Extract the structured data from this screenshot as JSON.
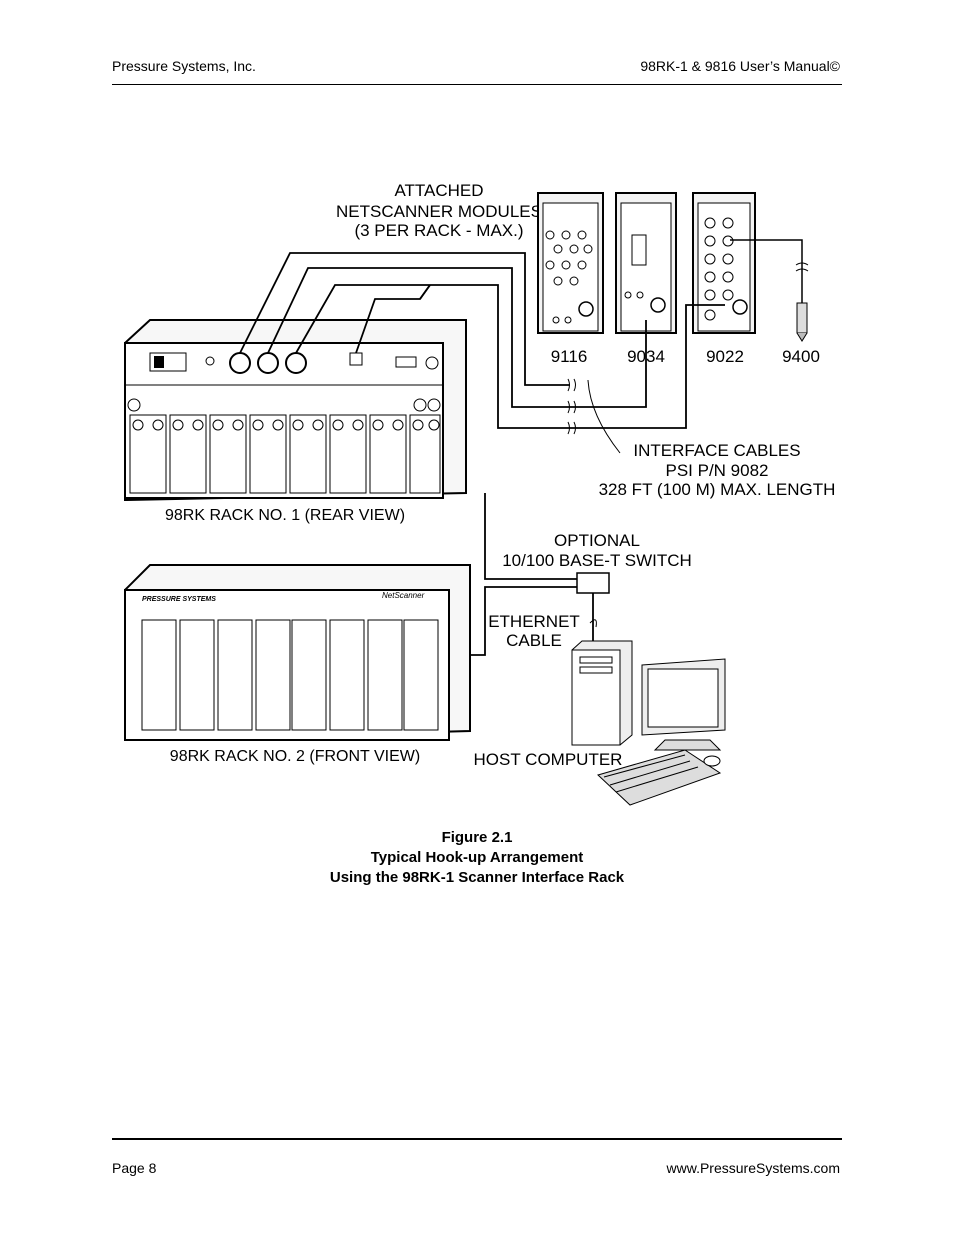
{
  "header": {
    "company": "Pressure Systems, Inc.",
    "manual": "98RK-1 & 9816 User’s Manual©"
  },
  "figure": {
    "label_attached_1": "ATTACHED",
    "label_attached_2": "NETSCANNER MODULES",
    "label_attached_3": "(3 PER RACK - MAX.)",
    "modules": [
      "9116",
      "9034",
      "9022",
      "9400"
    ],
    "cables_1": "INTERFACE CABLES",
    "cables_2": "PSI P/N 9082",
    "cables_3": "328 FT (100 M) MAX. LENGTH",
    "rack1": "98RK RACK NO. 1 (REAR VIEW)",
    "switch_1": "OPTIONAL",
    "switch_2": "10/100 BASE-T SWITCH",
    "ethernet_1": "ETHERNET",
    "ethernet_2": "CABLE",
    "rack2": "98RK RACK NO. 2 (FRONT VIEW)",
    "host": "HOST COMPUTER",
    "rack2_brand": "PRESSURE SYSTEMS",
    "rack2_logo": "NetScanner"
  },
  "caption": {
    "line1": "Figure 2.1",
    "line2": "Typical Hook-up Arrangement",
    "line3": "Using the 98RK-1 Scanner Interface Rack"
  },
  "footer": {
    "page": "Page 8",
    "url": "www.PressureSystems.com"
  }
}
